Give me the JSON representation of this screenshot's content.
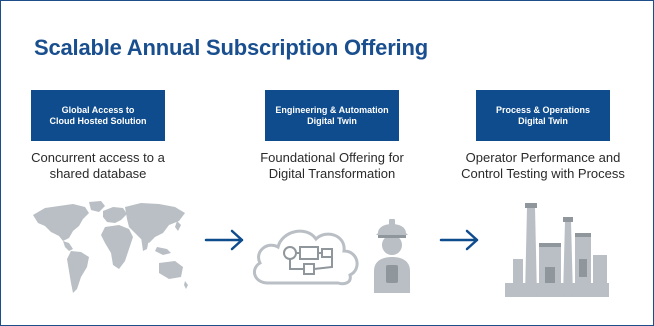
{
  "title": "Scalable Annual Subscription Offering",
  "colors": {
    "primary": "#0e4c8e",
    "title": "#1a4f8f",
    "illustration": "#b9bfc4",
    "illustration_dark": "#8f969c"
  },
  "columns": [
    {
      "header_lines": [
        "Global Access to",
        "Cloud Hosted Solution"
      ],
      "description_lines": [
        "Concurrent access to a",
        "shared database"
      ],
      "illustration": "world-map-icon"
    },
    {
      "header_lines": [
        "Engineering & Automation",
        "Digital Twin"
      ],
      "description_lines": [
        "Foundational Offering for",
        "Digital Transformation"
      ],
      "illustration": "cloud-engineer-icon"
    },
    {
      "header_lines": [
        "Process & Operations",
        "Digital Twin"
      ],
      "description_lines": [
        "Operator Performance and",
        "Control Testing with Process"
      ],
      "illustration": "plant-icon"
    }
  ],
  "arrows": [
    "arrow-right-icon",
    "arrow-right-icon"
  ]
}
